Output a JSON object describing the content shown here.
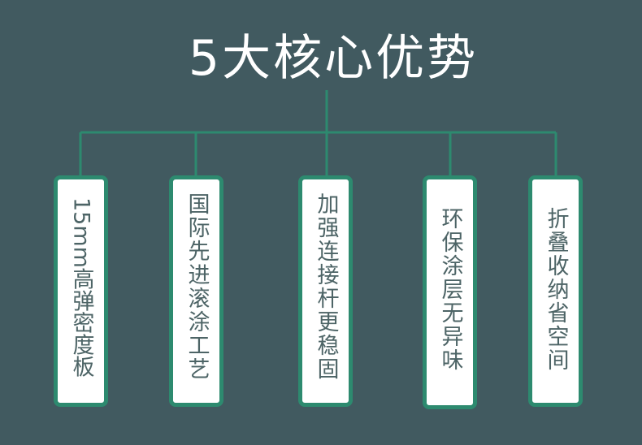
{
  "title": "5大核心优势",
  "colors": {
    "background": "#415a60",
    "accent": "#2d8a6f",
    "box_fill": "#ffffff",
    "box_text": "#4d6466",
    "title_text": "#ffffff"
  },
  "advantages": [
    {
      "label": "15mm高弹密度板"
    },
    {
      "label": "国际先进滚涂工艺"
    },
    {
      "label": "加强连接杆更稳固"
    },
    {
      "label": "环保涂层无异味"
    },
    {
      "label": "折叠收纳省空间"
    }
  ]
}
